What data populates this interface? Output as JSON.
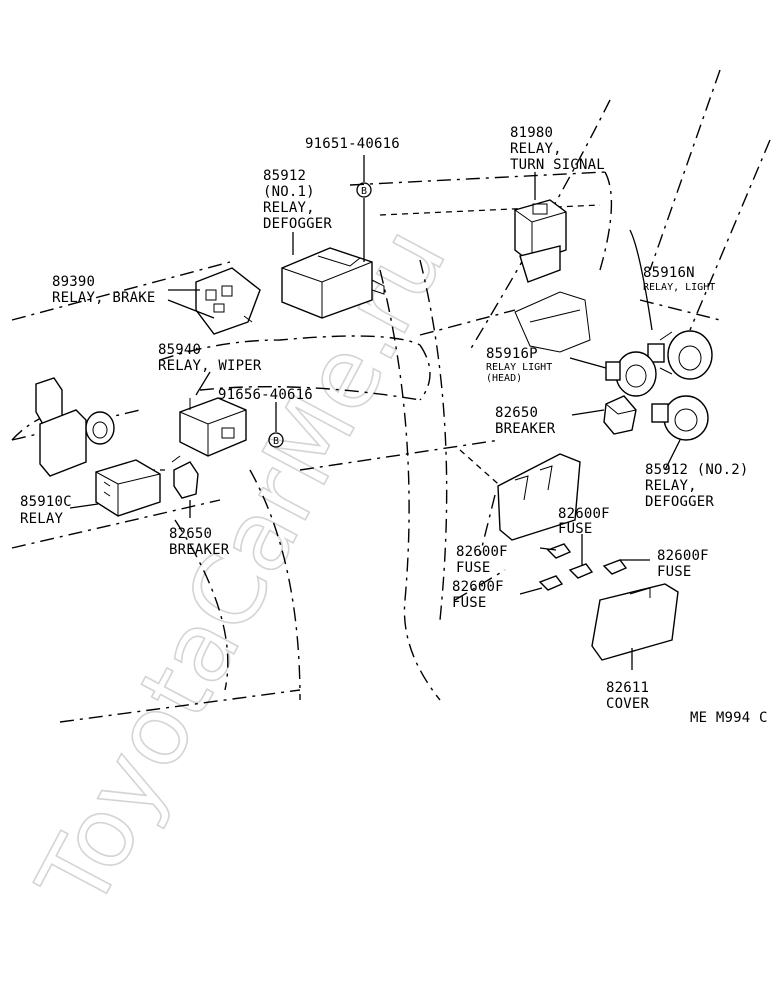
{
  "watermark": "ToyotaCarMe.ru",
  "diagram_code": "ME M994 C",
  "callouts": [
    {
      "id": "c-91651",
      "lines": [
        "91651-40616"
      ]
    },
    {
      "id": "c-81980",
      "lines": [
        "81980",
        "RELAY,",
        "TURN SIGNAL"
      ]
    },
    {
      "id": "c-85912-no1",
      "lines": [
        "85912",
        "(NO.1)",
        "RELAY,",
        "DEFOGGER"
      ]
    },
    {
      "id": "c-85916n",
      "lines": [
        "85916N"
      ],
      "sub": [
        "RELAY, LIGHT"
      ]
    },
    {
      "id": "c-89390",
      "lines": [
        "89390",
        "RELAY, BRAKE"
      ]
    },
    {
      "id": "c-85940",
      "lines": [
        "85940",
        "RELAY, WIPER"
      ]
    },
    {
      "id": "c-91656",
      "lines": [
        "91656-40616"
      ]
    },
    {
      "id": "c-85916p",
      "lines": [
        "85916P"
      ],
      "sub": [
        "RELAY LIGHT",
        "(HEAD)"
      ]
    },
    {
      "id": "c-82650-r",
      "lines": [
        "82650",
        "BREAKER"
      ]
    },
    {
      "id": "c-85910c",
      "lines": [
        "85910C",
        "RELAY"
      ]
    },
    {
      "id": "c-82650-l",
      "lines": [
        "82650",
        "BREAKER"
      ]
    },
    {
      "id": "c-85912-no2",
      "lines": [
        "85912 (NO.2)",
        "RELAY,",
        "DEFOGGER"
      ]
    },
    {
      "id": "c-82600f-top",
      "lines": [
        "82600F",
        "FUSE"
      ]
    },
    {
      "id": "c-82600f-left",
      "lines": [
        "82600F",
        "FUSE"
      ]
    },
    {
      "id": "c-82600f-right",
      "lines": [
        "82600F",
        "FUSE"
      ]
    },
    {
      "id": "c-82600f-bottom",
      "lines": [
        "82600F",
        "FUSE"
      ]
    },
    {
      "id": "c-82611",
      "lines": [
        "82611",
        "COVER"
      ]
    }
  ],
  "bolt_markers": [
    {
      "id": "b1",
      "letter": "B"
    },
    {
      "id": "b2",
      "letter": "B"
    }
  ]
}
